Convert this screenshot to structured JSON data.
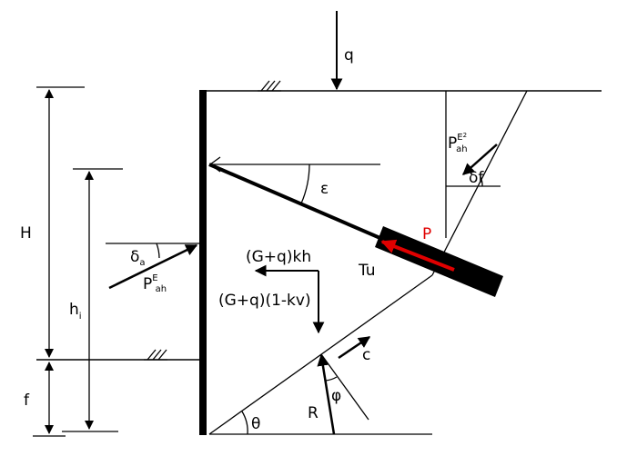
{
  "labels": {
    "q": "q",
    "H": "H",
    "h": "h",
    "h_sub": "i",
    "f": "f",
    "pe_ah_top_main": "P",
    "pe_ah_top_sup": "E",
    "pe_ah_top_sup2": "2",
    "pe_ah_top_sub": "ah",
    "delta_f": "δf",
    "epsilon": "ε",
    "p_red": "P",
    "delta": "δ",
    "delta_sub": "a",
    "pe_ah_left_main": "P",
    "pe_ah_left_sup": "E",
    "pe_ah_left_sub": "ah",
    "horizontal_force": "(G+q)kh",
    "vertical_force": "(G+q)(1-kv)",
    "tu": "Tu",
    "c": "c",
    "r": "R",
    "phi": "φ",
    "theta": "θ"
  },
  "colors": {
    "line": "#000000",
    "anchor_force": "#e00000"
  }
}
